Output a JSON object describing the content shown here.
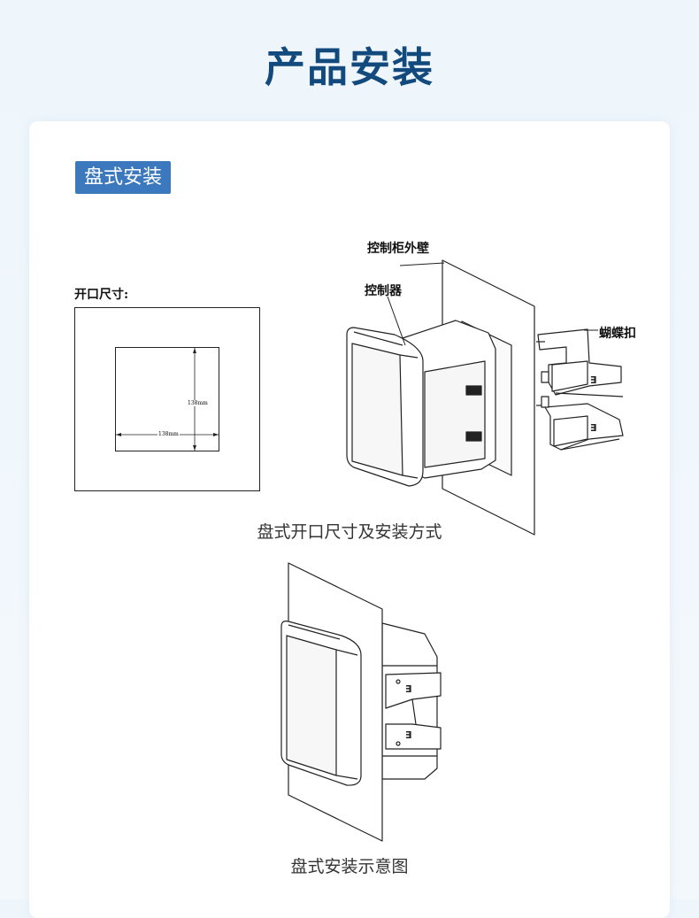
{
  "header": {
    "title": "产品安装"
  },
  "section": {
    "badge": "盘式安装"
  },
  "cutout": {
    "label": "开口尺寸:",
    "dim_horizontal": "138mm",
    "dim_vertical": "138mm"
  },
  "diagram1": {
    "label_cabinet_wall": "控制柜外壁",
    "label_controller": "控制器",
    "label_butterfly_clip": "蝴蝶扣",
    "caption": "盘式开口尺寸及安装方式"
  },
  "diagram2": {
    "caption": "盘式安装示意图"
  }
}
